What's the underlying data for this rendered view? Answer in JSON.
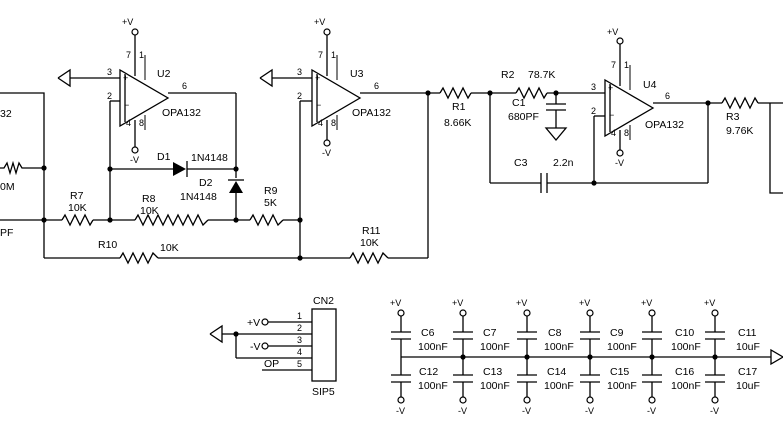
{
  "opamps": [
    {
      "ref": "U2",
      "part": "OPA132",
      "pin_in_pos": "3",
      "pin_in_neg": "2",
      "pin_out": "6",
      "pin_vp": "7",
      "pin_nc": "1",
      "pin_vn": "4",
      "pin_nc2": "8",
      "supply_pos": "+V",
      "supply_neg": "-V"
    },
    {
      "ref": "U3",
      "part": "OPA132",
      "pin_in_pos": "3",
      "pin_in_neg": "2",
      "pin_out": "6",
      "pin_vp": "7",
      "pin_nc": "1",
      "pin_vn": "4",
      "pin_nc2": "8",
      "supply_pos": "+V",
      "supply_neg": "-V"
    },
    {
      "ref": "U4",
      "part": "OPA132",
      "pin_in_pos": "3",
      "pin_in_neg": "2",
      "pin_out": "6",
      "pin_vp": "7",
      "pin_nc": "1",
      "pin_vn": "4",
      "pin_nc2": "8",
      "supply_pos": "+V",
      "supply_neg": "-V"
    }
  ],
  "resistors": [
    {
      "ref": "R7",
      "value": "10K"
    },
    {
      "ref": "R8",
      "value": "10K"
    },
    {
      "ref": "R9",
      "value": "5K"
    },
    {
      "ref": "R10",
      "value": "10K"
    },
    {
      "ref": "R11",
      "value": "10K"
    },
    {
      "ref": "R1",
      "value": "8.66K"
    },
    {
      "ref": "R2",
      "value": "78.7K"
    },
    {
      "ref": "R3",
      "value": "9.76K"
    }
  ],
  "caps_filter": [
    {
      "ref": "C1",
      "value": "680PF"
    },
    {
      "ref": "C3",
      "value": "2.2n"
    }
  ],
  "diodes": [
    {
      "ref": "D1",
      "part": "1N4148"
    },
    {
      "ref": "D2",
      "part": "1N4148"
    }
  ],
  "left_cut": {
    "t1": "32",
    "t2": "0M",
    "t3": "PF"
  },
  "connector": {
    "ref": "CN2",
    "type": "SIP5",
    "pins": [
      "1",
      "2",
      "3",
      "4",
      "5"
    ],
    "vp": "+V",
    "vn": "-V",
    "op": "OP"
  },
  "bypass_top": [
    {
      "ref": "C6",
      "value": "100nF"
    },
    {
      "ref": "C7",
      "value": "100nF"
    },
    {
      "ref": "C8",
      "value": "100nF"
    },
    {
      "ref": "C9",
      "value": "100nF"
    },
    {
      "ref": "C10",
      "value": "100nF"
    },
    {
      "ref": "C11",
      "value": "10uF"
    }
  ],
  "bypass_bottom": [
    {
      "ref": "C12",
      "value": "100nF"
    },
    {
      "ref": "C13",
      "value": "100nF"
    },
    {
      "ref": "C14",
      "value": "100nF"
    },
    {
      "ref": "C15",
      "value": "100nF"
    },
    {
      "ref": "C16",
      "value": "100nF"
    },
    {
      "ref": "C17",
      "value": "10uF"
    }
  ],
  "supply": {
    "pos": "+V",
    "neg": "-V"
  }
}
